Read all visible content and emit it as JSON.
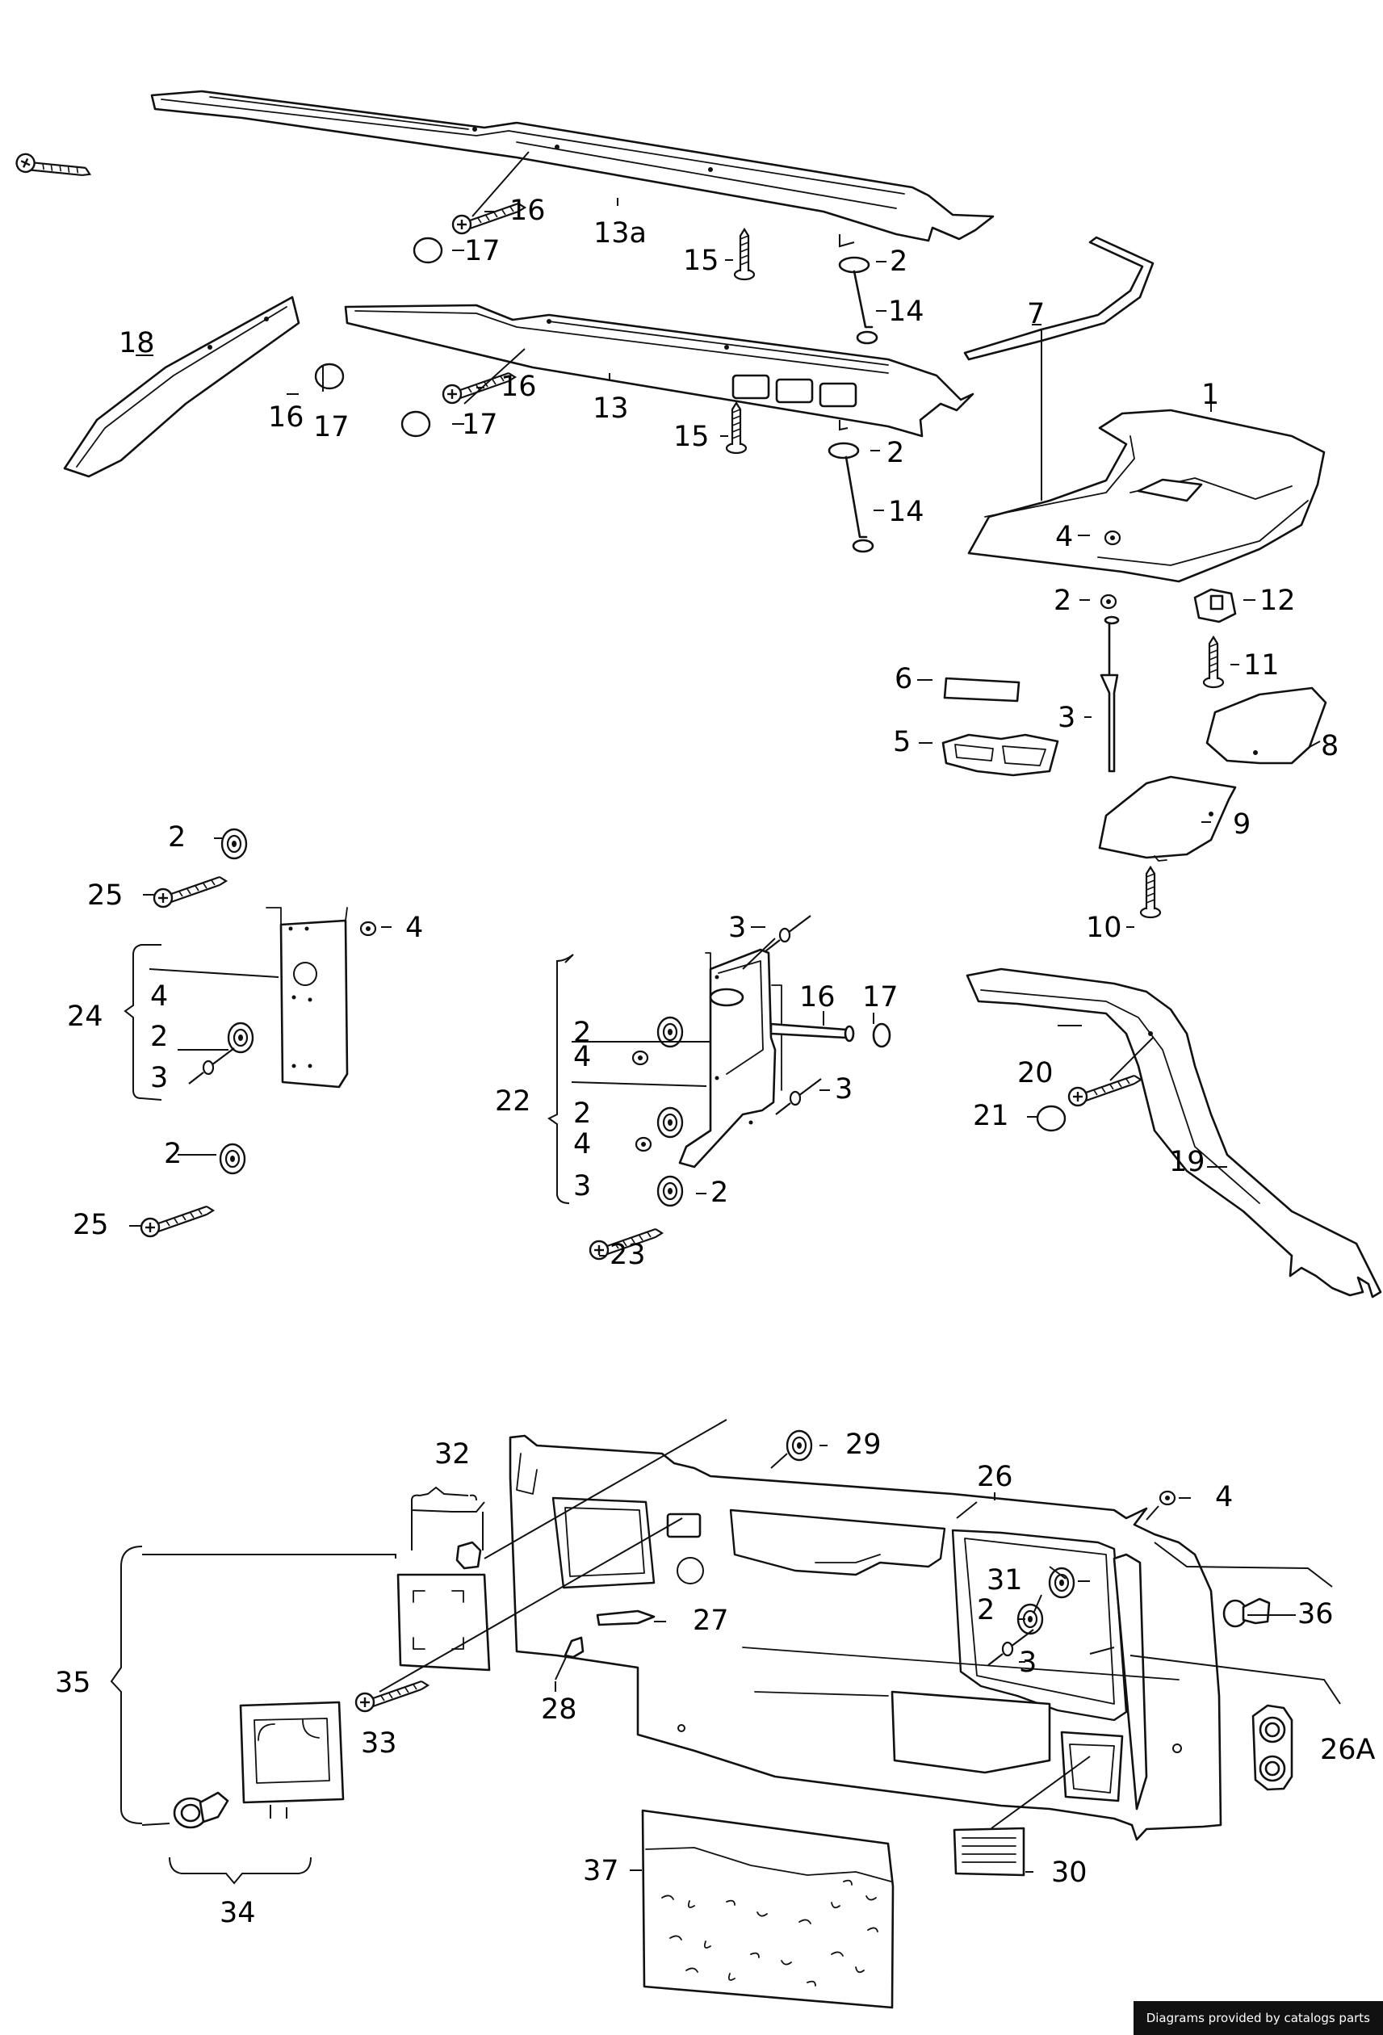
{
  "callouts": {
    "c1": "1",
    "c2": "2",
    "c3": "3",
    "c4": "4",
    "c5": "5",
    "c6": "6",
    "c7": "7",
    "c8": "8",
    "c9": "9",
    "c10": "10",
    "c11": "11",
    "c12": "12",
    "c13": "13",
    "c13a": "13a",
    "c14": "14",
    "c15": "15",
    "c16": "16",
    "c17": "17",
    "c18": "18",
    "c19": "19",
    "c20": "20",
    "c21": "21",
    "c22": "22",
    "c23": "23",
    "c24": "24",
    "c25": "25",
    "c26": "26",
    "c26a": "26A",
    "c27": "27",
    "c28": "28",
    "c29": "29",
    "c30": "30",
    "c31": "31",
    "c32": "32",
    "c33": "33",
    "c34": "34",
    "c35": "35",
    "c36": "36",
    "c37": "37"
  },
  "footer": {
    "credit": "Diagrams provided by catalogs parts"
  }
}
